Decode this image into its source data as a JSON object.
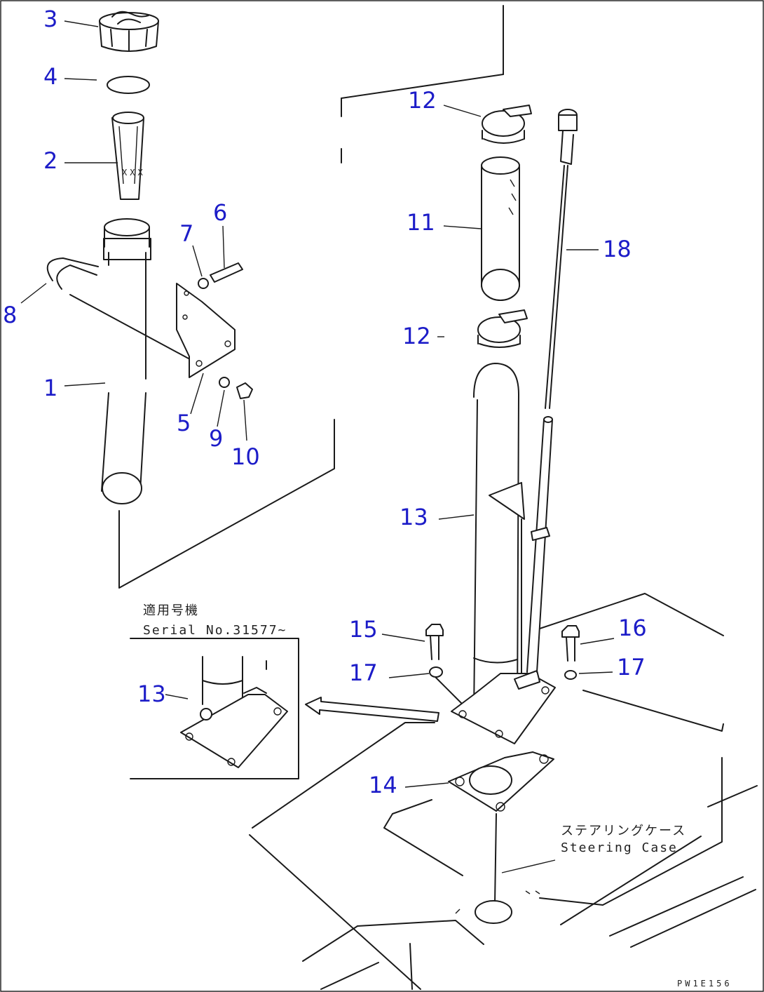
{
  "labels": {
    "n1": "1",
    "n2": "2",
    "n3": "3",
    "n4": "4",
    "n5": "5",
    "n6": "6",
    "n7": "7",
    "n8": "8",
    "n9": "9",
    "n10": "10",
    "n11": "11",
    "n12a": "12",
    "n12b": "12",
    "n13a": "13",
    "n13b": "13",
    "n14": "14",
    "n15": "15",
    "n16": "16",
    "n17a": "17",
    "n17b": "17",
    "n18": "18"
  },
  "inset": {
    "title_jp": "適用号機",
    "serial": "Serial No.31577~"
  },
  "annotation": {
    "jp": "ステアリングケース",
    "en": "Steering Case"
  },
  "drawing_code": "PW1E156"
}
